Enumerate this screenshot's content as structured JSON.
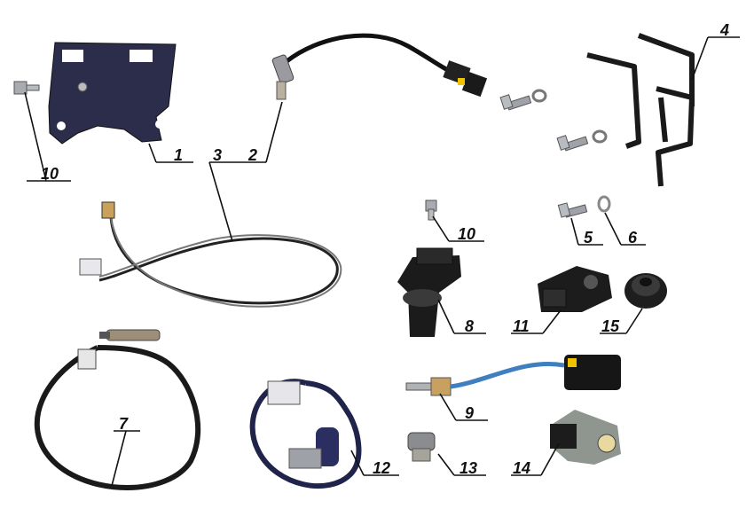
{
  "diagram": {
    "background": "#ffffff",
    "ink_color": "#111111",
    "parts": [
      {
        "id": "p1",
        "number": "1",
        "icon": "mounting-plate-icon"
      },
      {
        "id": "p2",
        "number": "2",
        "icon": "cable-sensor-icon"
      },
      {
        "id": "p3",
        "number": "3",
        "icon": "wiring-harness-icon"
      },
      {
        "id": "p4",
        "number": "4",
        "icon": "bracket-icon"
      },
      {
        "id": "p5",
        "number": "5",
        "icon": "bolt-icon"
      },
      {
        "id": "p6",
        "number": "6",
        "icon": "washer-icon"
      },
      {
        "id": "p7",
        "number": "7",
        "icon": "oxygen-sensor-icon"
      },
      {
        "id": "p8",
        "number": "8",
        "icon": "speed-sensor-icon"
      },
      {
        "id": "p9",
        "number": "9",
        "icon": "temperature-sensor-icon"
      },
      {
        "id": "p10a",
        "number": "10",
        "icon": "screw-icon"
      },
      {
        "id": "p10b",
        "number": "10",
        "icon": "screw-icon"
      },
      {
        "id": "p11",
        "number": "11",
        "icon": "connector-sensor-icon"
      },
      {
        "id": "p12",
        "number": "12",
        "icon": "pressure-switch-icon"
      },
      {
        "id": "p13",
        "number": "13",
        "icon": "plug-bolt-icon"
      },
      {
        "id": "p14",
        "number": "14",
        "icon": "position-sensor-icon"
      },
      {
        "id": "p15",
        "number": "15",
        "icon": "grommet-icon"
      }
    ]
  }
}
